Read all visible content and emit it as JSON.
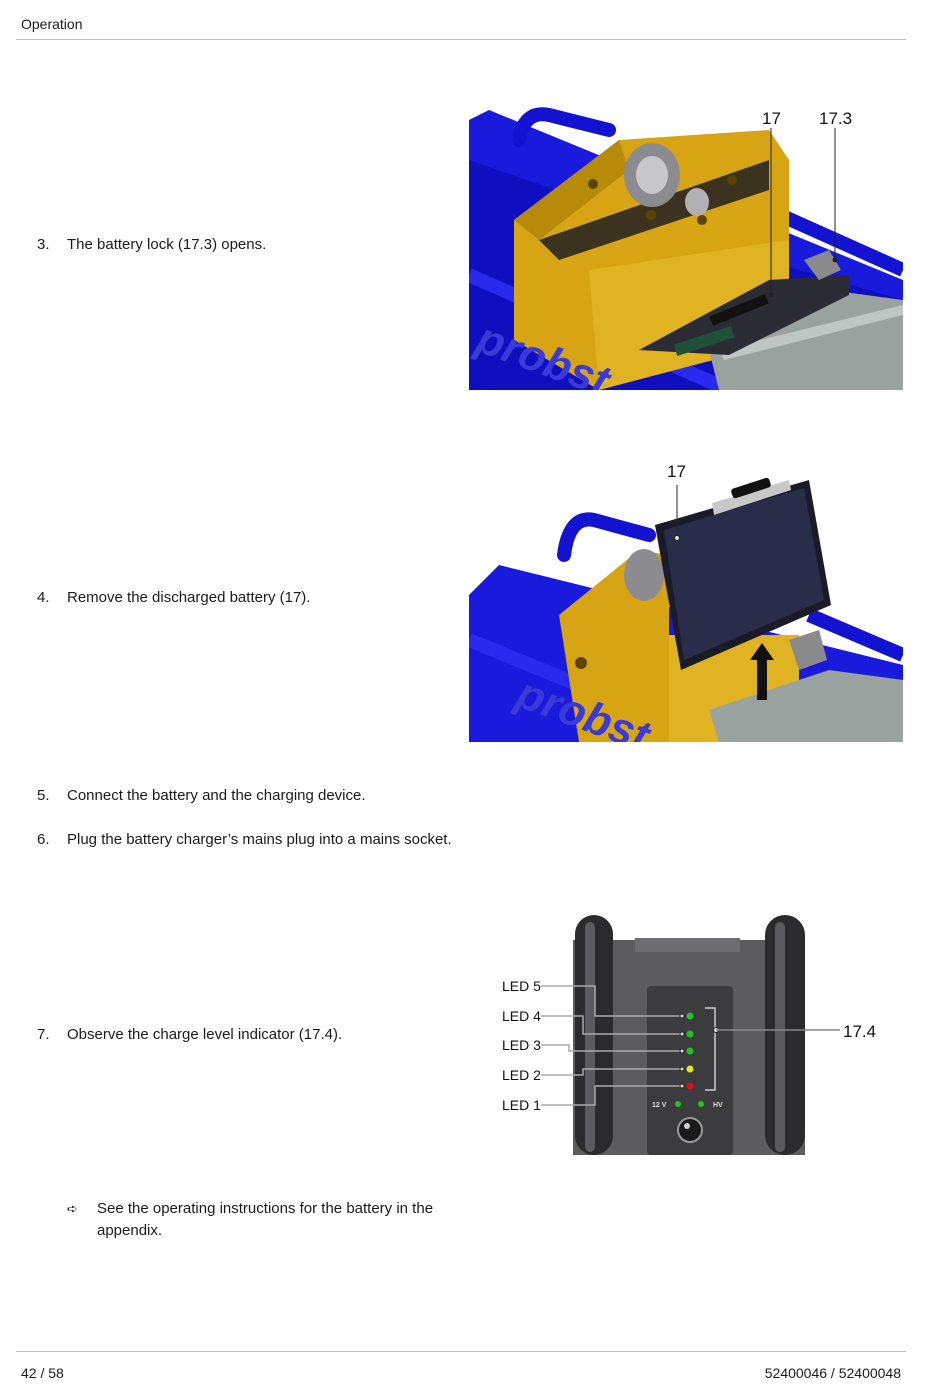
{
  "header": {
    "section": "Operation"
  },
  "steps": [
    {
      "num": "3.",
      "text": "The battery lock (17.3) opens."
    },
    {
      "num": "4.",
      "text": "Remove the discharged battery (17)."
    },
    {
      "num": "5.",
      "text": "Connect the battery and the charging device."
    },
    {
      "num": "6.",
      "text": "Plug the battery charger’s mains plug into a mains socket."
    },
    {
      "num": "7.",
      "text": "Observe the charge level indicator (17.4)."
    }
  ],
  "result": {
    "symbol": "➪",
    "text": "See the operating instructions for the battery in the appendix."
  },
  "figures": {
    "battery_lock": {
      "callout_battery": "17",
      "callout_lock": "17.3",
      "brand_text": "probst"
    },
    "battery_removal": {
      "callout_battery": "17",
      "brand_text": "probst"
    },
    "charge_indicator": {
      "callout": "17.4",
      "leds": [
        {
          "label": "LED 5",
          "color": "#22c422"
        },
        {
          "label": "LED 4",
          "color": "#22c422"
        },
        {
          "label": "LED 3",
          "color": "#22c422"
        },
        {
          "label": "LED 2",
          "color": "#e8e81a"
        },
        {
          "label": "LED 1",
          "color": "#e01010"
        }
      ],
      "label_12v": "12 V",
      "label_hv": "HV",
      "status_led_color": "#22c422"
    }
  },
  "footer": {
    "page": "42 / 58",
    "doc_number": "52400046 / 52400048"
  }
}
